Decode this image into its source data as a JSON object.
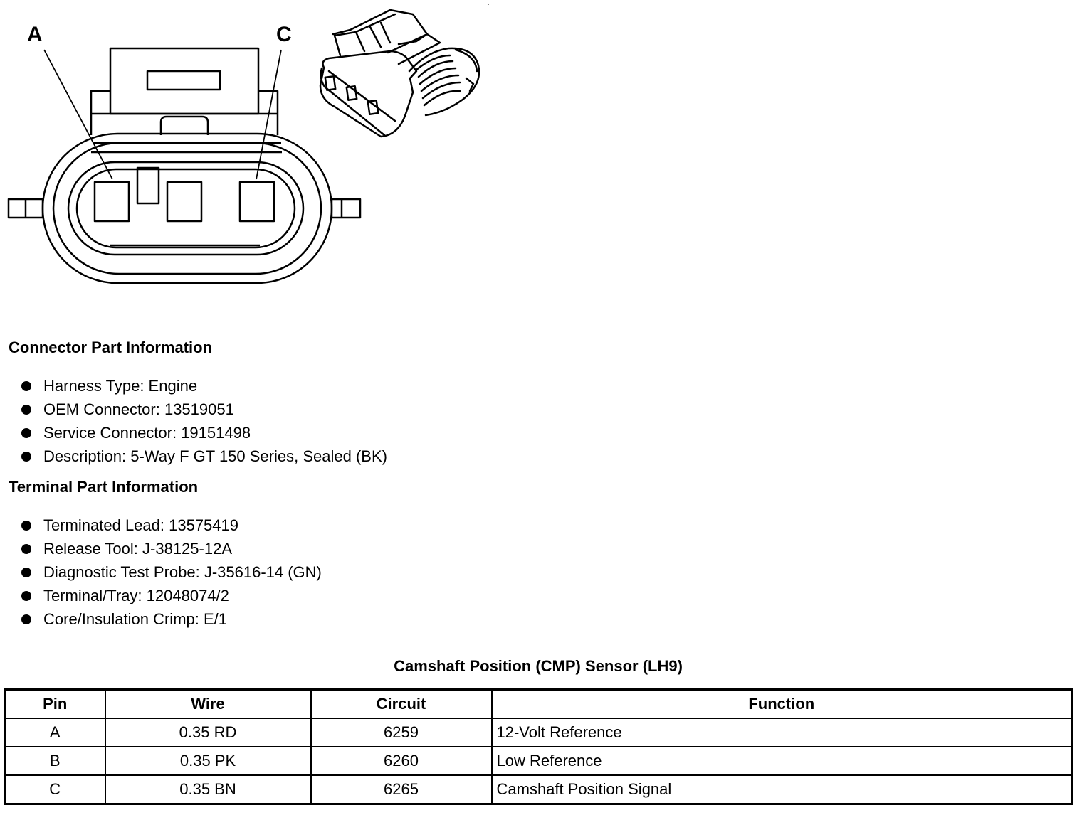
{
  "diagram": {
    "pin_labels": [
      "A",
      "C"
    ]
  },
  "connector_section": {
    "heading": "Connector Part Information",
    "items": [
      "Harness Type: Engine",
      "OEM Connector: 13519051",
      "Service Connector: 19151498",
      "Description: 5-Way F GT 150 Series, Sealed (BK)"
    ]
  },
  "terminal_section": {
    "heading": "Terminal Part Information",
    "items": [
      "Terminated Lead: 13575419",
      "Release Tool: J-38125-12A",
      "Diagnostic Test Probe: J-35616-14 (GN)",
      "Terminal/Tray: 12048074/2",
      "Core/Insulation Crimp: E/1"
    ]
  },
  "table": {
    "title": "Camshaft Position (CMP) Sensor (LH9)",
    "headers": [
      "Pin",
      "Wire",
      "Circuit",
      "Function"
    ],
    "rows": [
      [
        "A",
        "0.35 RD",
        "6259",
        "12-Volt Reference"
      ],
      [
        "B",
        "0.35 PK",
        "6260",
        "Low Reference"
      ],
      [
        "C",
        "0.35 BN",
        "6265",
        "Camshaft Position Signal"
      ]
    ]
  }
}
